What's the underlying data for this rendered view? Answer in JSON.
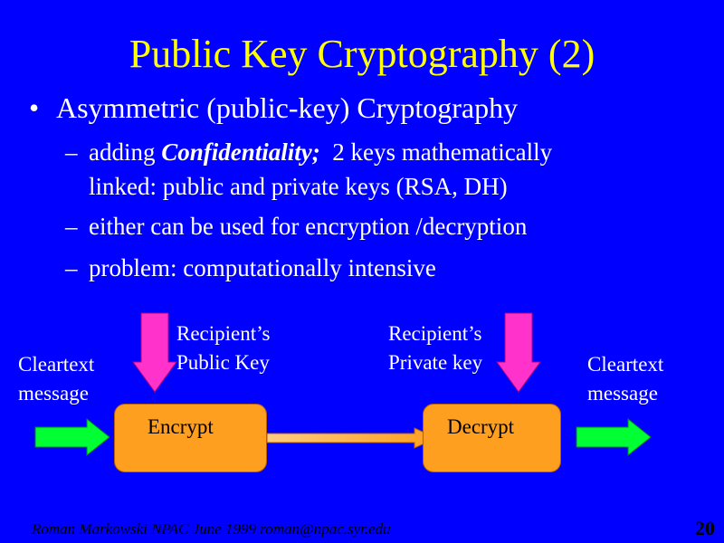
{
  "slide": {
    "title": "Public Key Cryptography (2)",
    "bullet_marker": "•",
    "bullet": "Asymmetric (public-key) Cryptography",
    "dash": "–",
    "sub1_prefix": "adding ",
    "sub1_emph": "Confidentiality;",
    "sub1_rest": "  2 keys mathematically",
    "sub1_line2": "linked: public and private keys (RSA, DH)",
    "sub2": "either can be used for encryption /decryption",
    "sub3": "problem: computationally intensive"
  },
  "diagram": {
    "left_label_line1": "Cleartext",
    "left_label_line2": "message",
    "public_key_line1": "Recipient’s",
    "public_key_line2": "Public Key",
    "private_key_line1": "Recipient’s",
    "private_key_line2": "Private key",
    "right_label_line1": "Cleartext",
    "right_label_line2": "message",
    "encrypt_label": "Encrypt",
    "decrypt_label": "Decrypt"
  },
  "footer": {
    "text": "Roman Markowski  NPAC  June 1999 roman@npac.syr.edu",
    "page_number": "20"
  },
  "colors": {
    "background": "#0000ff",
    "title": "#ffff00",
    "box_fill": "#ff9f1f",
    "green_arrow": "#00ff33",
    "magenta_arrow": "#ff33cc"
  }
}
